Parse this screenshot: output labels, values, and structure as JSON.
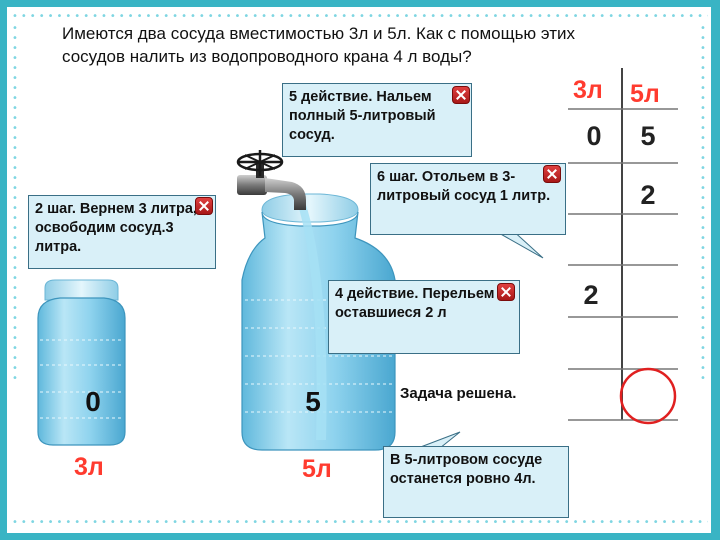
{
  "question": "Имеются два сосуда вместимостью 3л и 5л. Как с помощью этих сосудов налить из водопроводного крана 4 л воды?",
  "table": {
    "headers": [
      "3л",
      "5л"
    ],
    "rows": [
      {
        "c3": "0",
        "c5": "5"
      },
      {
        "c3": "",
        "c5": "2"
      },
      {
        "c3": "",
        "c5": ""
      },
      {
        "c3": "2",
        "c5": ""
      },
      {
        "c3": "",
        "c5": ""
      },
      {
        "c3": "",
        "c5": ""
      }
    ]
  },
  "callouts": {
    "step_top": "5 действие. Нальем полный 5-литровый сосуд.",
    "step_left": "2 шаг. Вернем 3 литра, освободим сосуд.3 литра.",
    "step_six": "6 шаг. Отольем в 3-литровый сосуд 1 литр.",
    "step_four": "4 действие. Перельем оставшиеся 2 л",
    "result": "В 5-литровом сосуде останется ровно 4л."
  },
  "solved_text": "Задача решена.",
  "jars": {
    "small": {
      "label": "3л",
      "value": "0"
    },
    "large": {
      "label": "5л",
      "value": "5"
    }
  },
  "colors": {
    "frame": "#39b4c4",
    "callout_bg": "#d9f0f8",
    "accent_red": "#ff3b2f",
    "water": "#7fd0ea"
  }
}
